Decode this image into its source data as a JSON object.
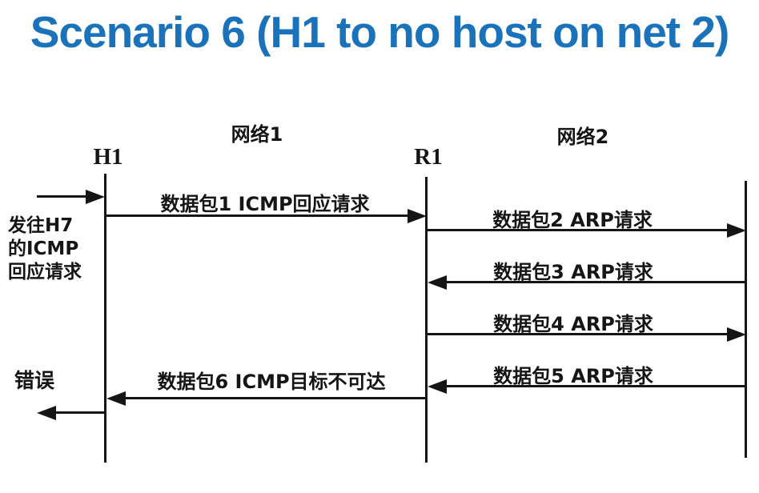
{
  "title": {
    "text": "Scenario 6 (H1 to no host on net 2)",
    "color": "#1a72ba"
  },
  "diagram": {
    "line_color": "#151515",
    "networks": [
      "网络1",
      "网络2"
    ],
    "lifelines": [
      {
        "name": "H1",
        "label": "H1"
      },
      {
        "name": "R1",
        "label": "R1"
      },
      {
        "name": "net2-host",
        "label": ""
      }
    ],
    "incoming_note": {
      "lines": [
        "发往H7",
        "的ICMP",
        "回应请求"
      ]
    },
    "error_note": "错误",
    "messages": [
      {
        "num": 1,
        "label": "数据包1 ICMP回应请求",
        "from": "H1",
        "to": "R1",
        "direction": "right",
        "network": "网络1"
      },
      {
        "num": 2,
        "label": "数据包2 ARP请求",
        "from": "R1",
        "to": "net2-host",
        "direction": "right",
        "network": "网络2"
      },
      {
        "num": 3,
        "label": "数据包3 ARP请求",
        "from": "net2-host",
        "to": "R1",
        "direction": "left",
        "network": "网络2"
      },
      {
        "num": 4,
        "label": "数据包4 ARP请求",
        "from": "R1",
        "to": "net2-host",
        "direction": "right",
        "network": "网络2"
      },
      {
        "num": 5,
        "label": "数据包5 ARP请求",
        "from": "net2-host",
        "to": "R1",
        "direction": "left",
        "network": "网络2"
      },
      {
        "num": 6,
        "label": "数据包6 ICMP目标不可达",
        "from": "R1",
        "to": "H1",
        "direction": "left",
        "network": "网络1"
      }
    ]
  }
}
